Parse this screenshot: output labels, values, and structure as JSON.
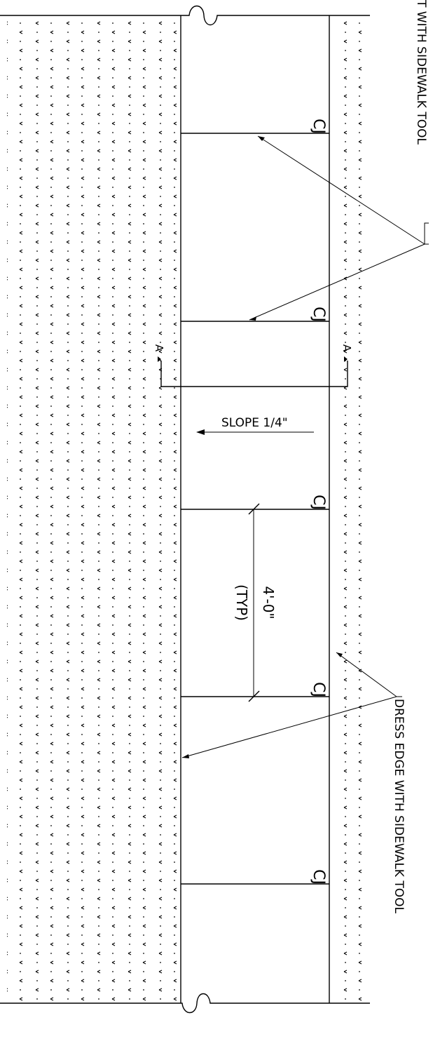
{
  "drawing": {
    "labels": {
      "tool_top": "T WITH SIDEWALK TOOL",
      "tool_bottom": "DRESS EDGE WITH SIDEWALK TOOL",
      "slope": "SLOPE 1/4\"",
      "dimension": "4'-0\"",
      "dimension_note": "(TYP)",
      "section_left": "A",
      "section_right": "A",
      "joint_1": "CJ",
      "joint_2": "CJ",
      "joint_3": "CJ",
      "joint_4": "CJ",
      "joint_5": "CJ"
    },
    "colors": {
      "ink": "#000000",
      "background": "#ffffff"
    }
  }
}
